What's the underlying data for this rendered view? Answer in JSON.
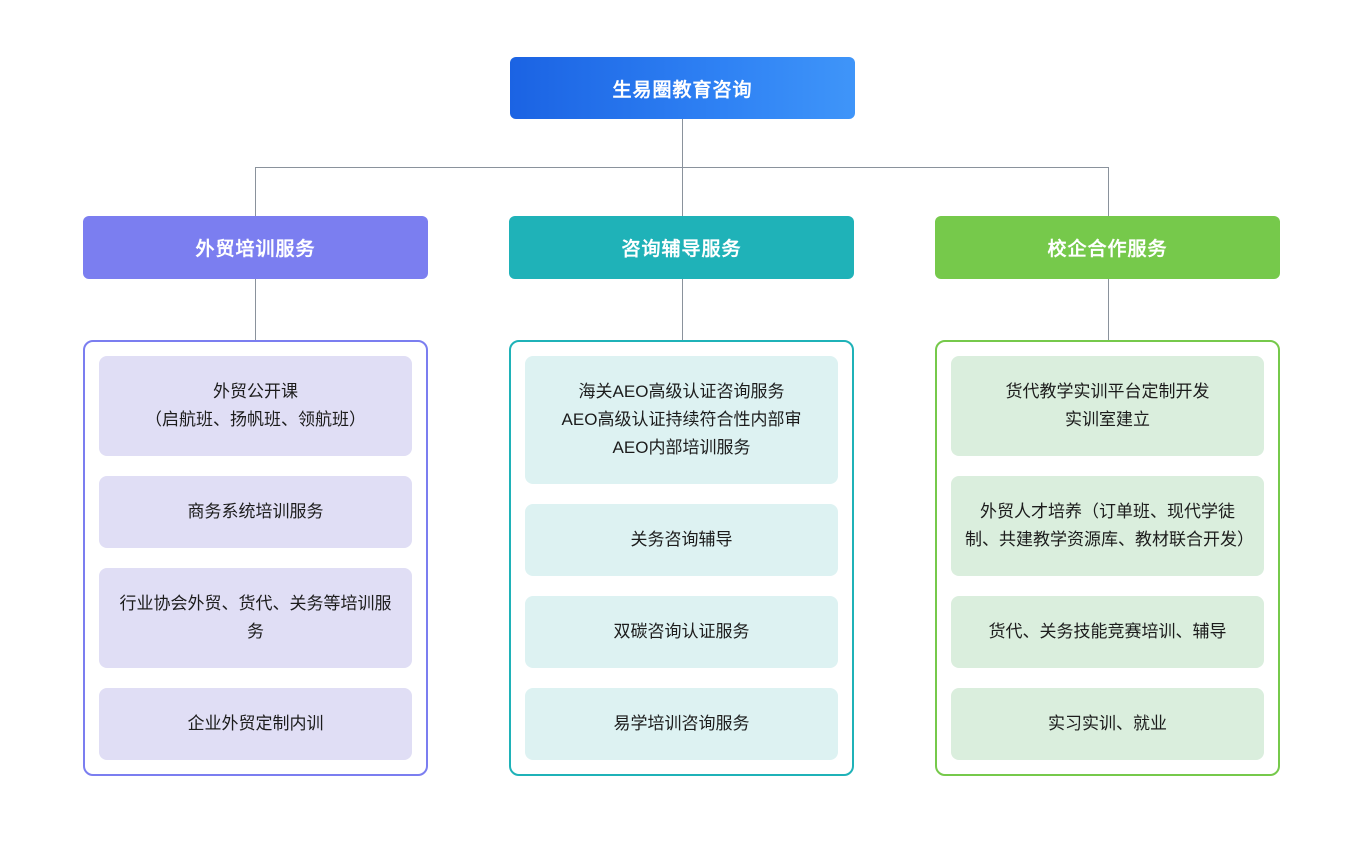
{
  "chart_data": {
    "type": "diagram",
    "diagram_type": "organization-tree",
    "title": "生易圈教育咨询",
    "levels": 3,
    "root": {
      "label": "生易圈教育咨询",
      "color": "#2f82f4",
      "gradient_from": "#1b63e3",
      "gradient_to": "#3f95f9"
    },
    "branches": [
      {
        "label": "外贸培训服务",
        "color": "#7b7ef0",
        "card_color": "#e0def5",
        "items": [
          "外贸公开课\n（启航班、扬帆班、领航班）",
          "商务系统培训服务",
          "行业协会外贸、货代、关务等培训服务",
          "企业外贸定制内训"
        ]
      },
      {
        "label": "咨询辅导服务",
        "color": "#1fb2b8",
        "card_color": "#ddf2f2",
        "items": [
          "海关AEO高级认证咨询服务\nAEO高级认证持续符合性内部审\nAEO内部培训服务",
          "关务咨询辅导",
          "双碳咨询认证服务",
          "易学培训咨询服务"
        ]
      },
      {
        "label": "校企合作服务",
        "color": "#76c94b",
        "card_color": "#daeedd",
        "items": [
          "货代教学实训平台定制开发\n实训室建立",
          "外贸人才培养（订单班、现代学徒制、共建教学资源库、教材联合开发）",
          "货代、关务技能竞赛培训、辅导",
          "实习实训、就业"
        ]
      }
    ],
    "connector_color": "#8a929c",
    "background": "#ffffff"
  }
}
